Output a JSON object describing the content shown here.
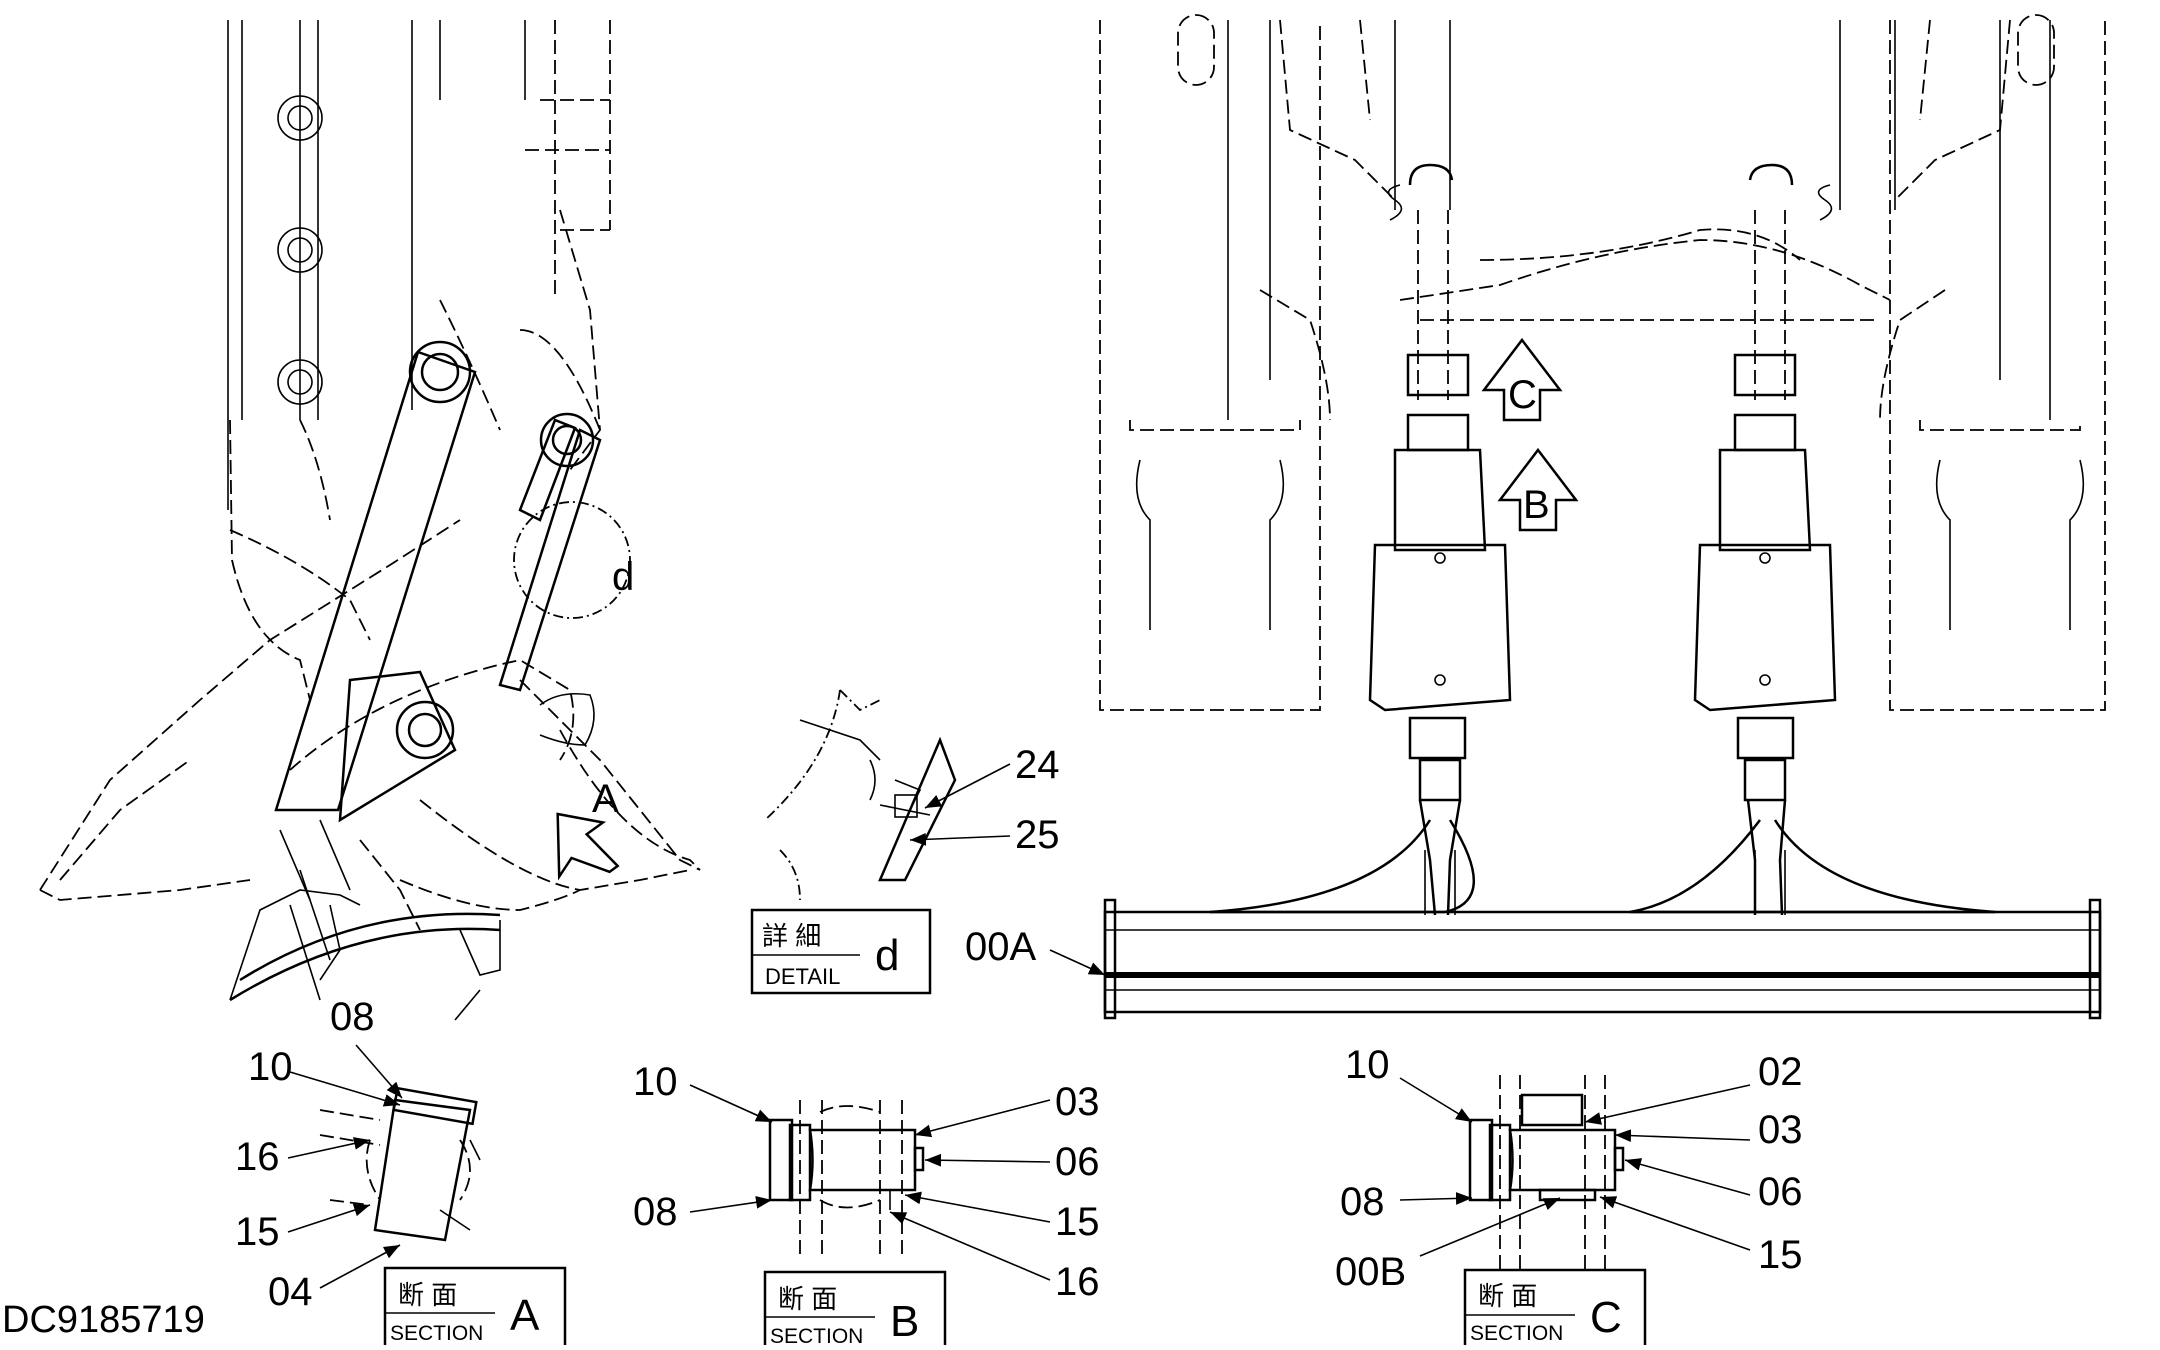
{
  "drawing_id": "DC9185719",
  "callouts": {
    "d_marker": "d",
    "arrow_a": "A",
    "arrow_b": "B",
    "arrow_c": "C",
    "p24": "24",
    "p25": "25",
    "p00a": "00A",
    "a08": "08",
    "a10": "10",
    "a16": "16",
    "a15": "15",
    "a04": "04",
    "b10": "10",
    "b08": "08",
    "b03": "03",
    "b06": "06",
    "b15": "15",
    "b16": "16",
    "c10": "10",
    "c08": "08",
    "c00b": "00B",
    "c02": "02",
    "c03": "03",
    "c06": "06",
    "c15": "15"
  },
  "boxes": {
    "detail_d": {
      "jp": "詳 細",
      "en": "DETAIL",
      "letter": "d"
    },
    "section_a": {
      "jp": "断 面",
      "en": "SECTION",
      "letter": "A"
    },
    "section_b": {
      "jp": "断 面",
      "en": "SECTION",
      "letter": "B"
    },
    "section_c": {
      "jp": "断 面",
      "en": "SECTION",
      "letter": "C"
    }
  }
}
